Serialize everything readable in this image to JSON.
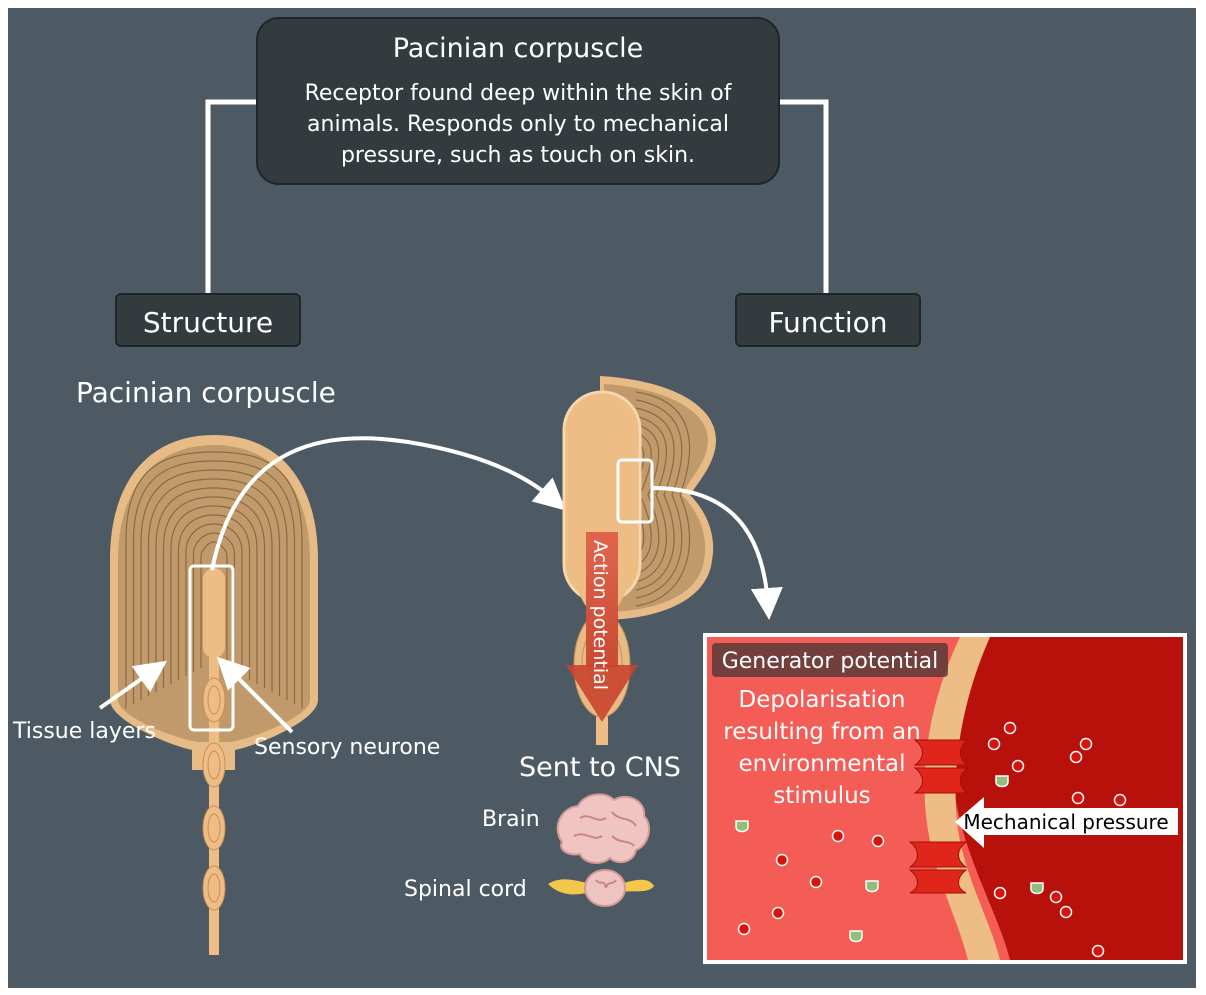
{
  "title": {
    "heading": "Pacinian corpuscle",
    "description_lines": [
      "Receptor found deep within the skin of",
      "animals. Responds only to mechanical",
      "pressure, such as touch on skin."
    ]
  },
  "branches": {
    "structure": "Structure",
    "function": "Function"
  },
  "structure": {
    "heading": "Pacinian corpuscle",
    "tissue_label": "Tissue layers",
    "neurone_label": "Sensory neurone"
  },
  "function": {
    "action_potential": "Action potential",
    "sent_to": "Sent to CNS",
    "brain": "Brain",
    "spinal_cord": "Spinal cord"
  },
  "zoom": {
    "title": "Generator potential",
    "description_lines": [
      "Depolarisation",
      "resulting from an",
      "environmental",
      "stimulus"
    ],
    "pressure": "Mechanical pressure"
  },
  "colors": {
    "background": "#4d5a63",
    "dark_box": "#333b3f",
    "tissue": "#c19a6b",
    "neurone": "#eebd86",
    "light_red": "#f45d55",
    "dark_red": "#b8100b",
    "arrow": "#ffffff"
  }
}
